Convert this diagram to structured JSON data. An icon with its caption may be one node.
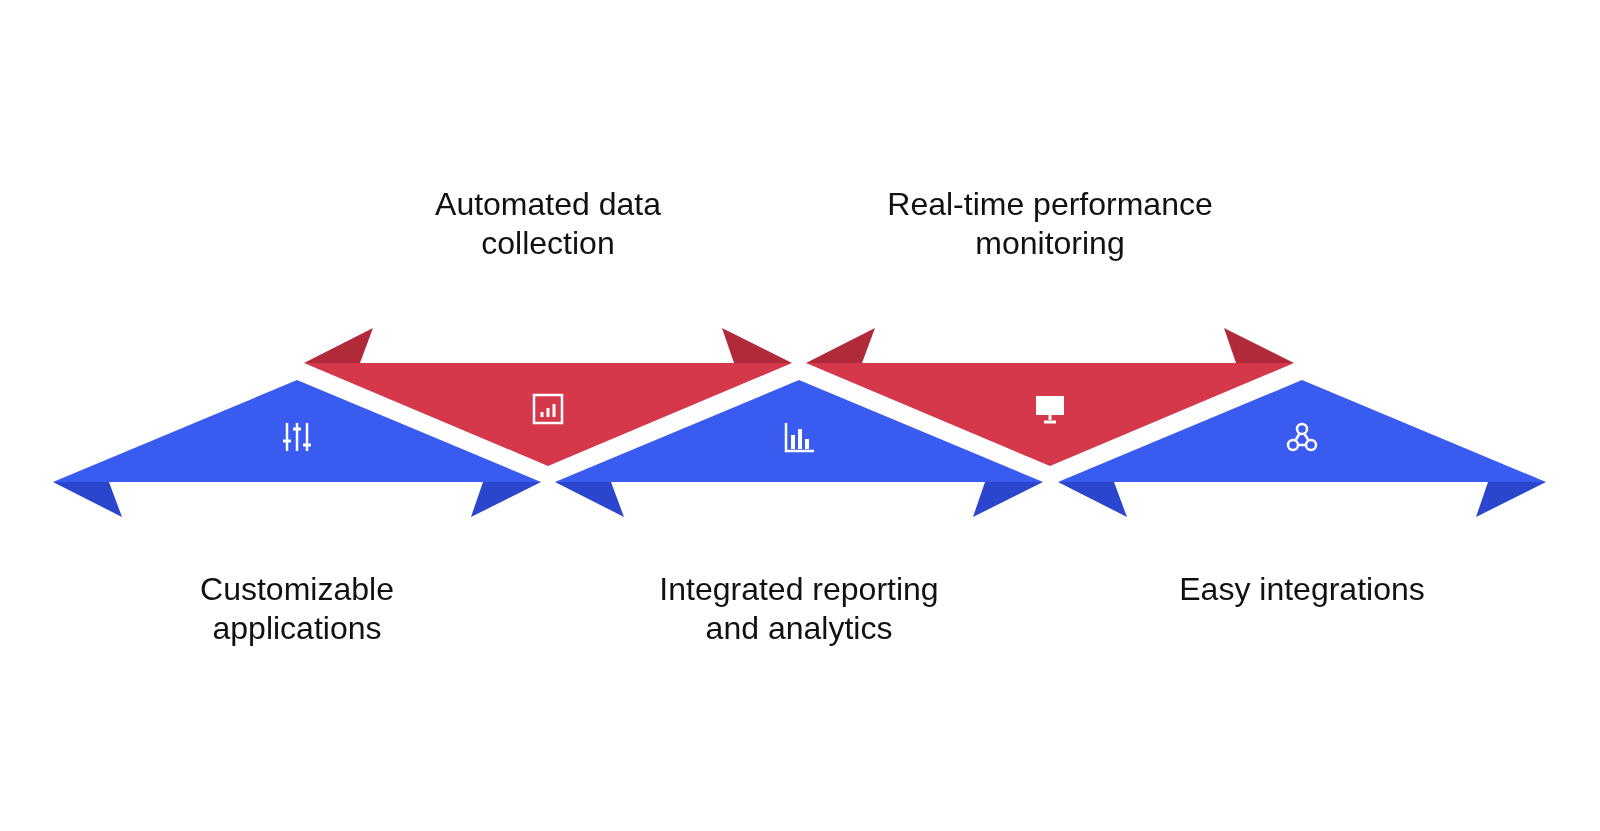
{
  "diagram": {
    "nodes": [
      {
        "text": [
          "Customizable applications"
        ]
      },
      {
        "text": [
          "Automated data collection"
        ]
      },
      {
        "text": [
          "Integrated reporting and analytics"
        ]
      },
      {
        "text": [
          "Real-time performance monitoring"
        ]
      },
      {
        "text": [
          "Easy integrations"
        ]
      }
    ]
  }
}
